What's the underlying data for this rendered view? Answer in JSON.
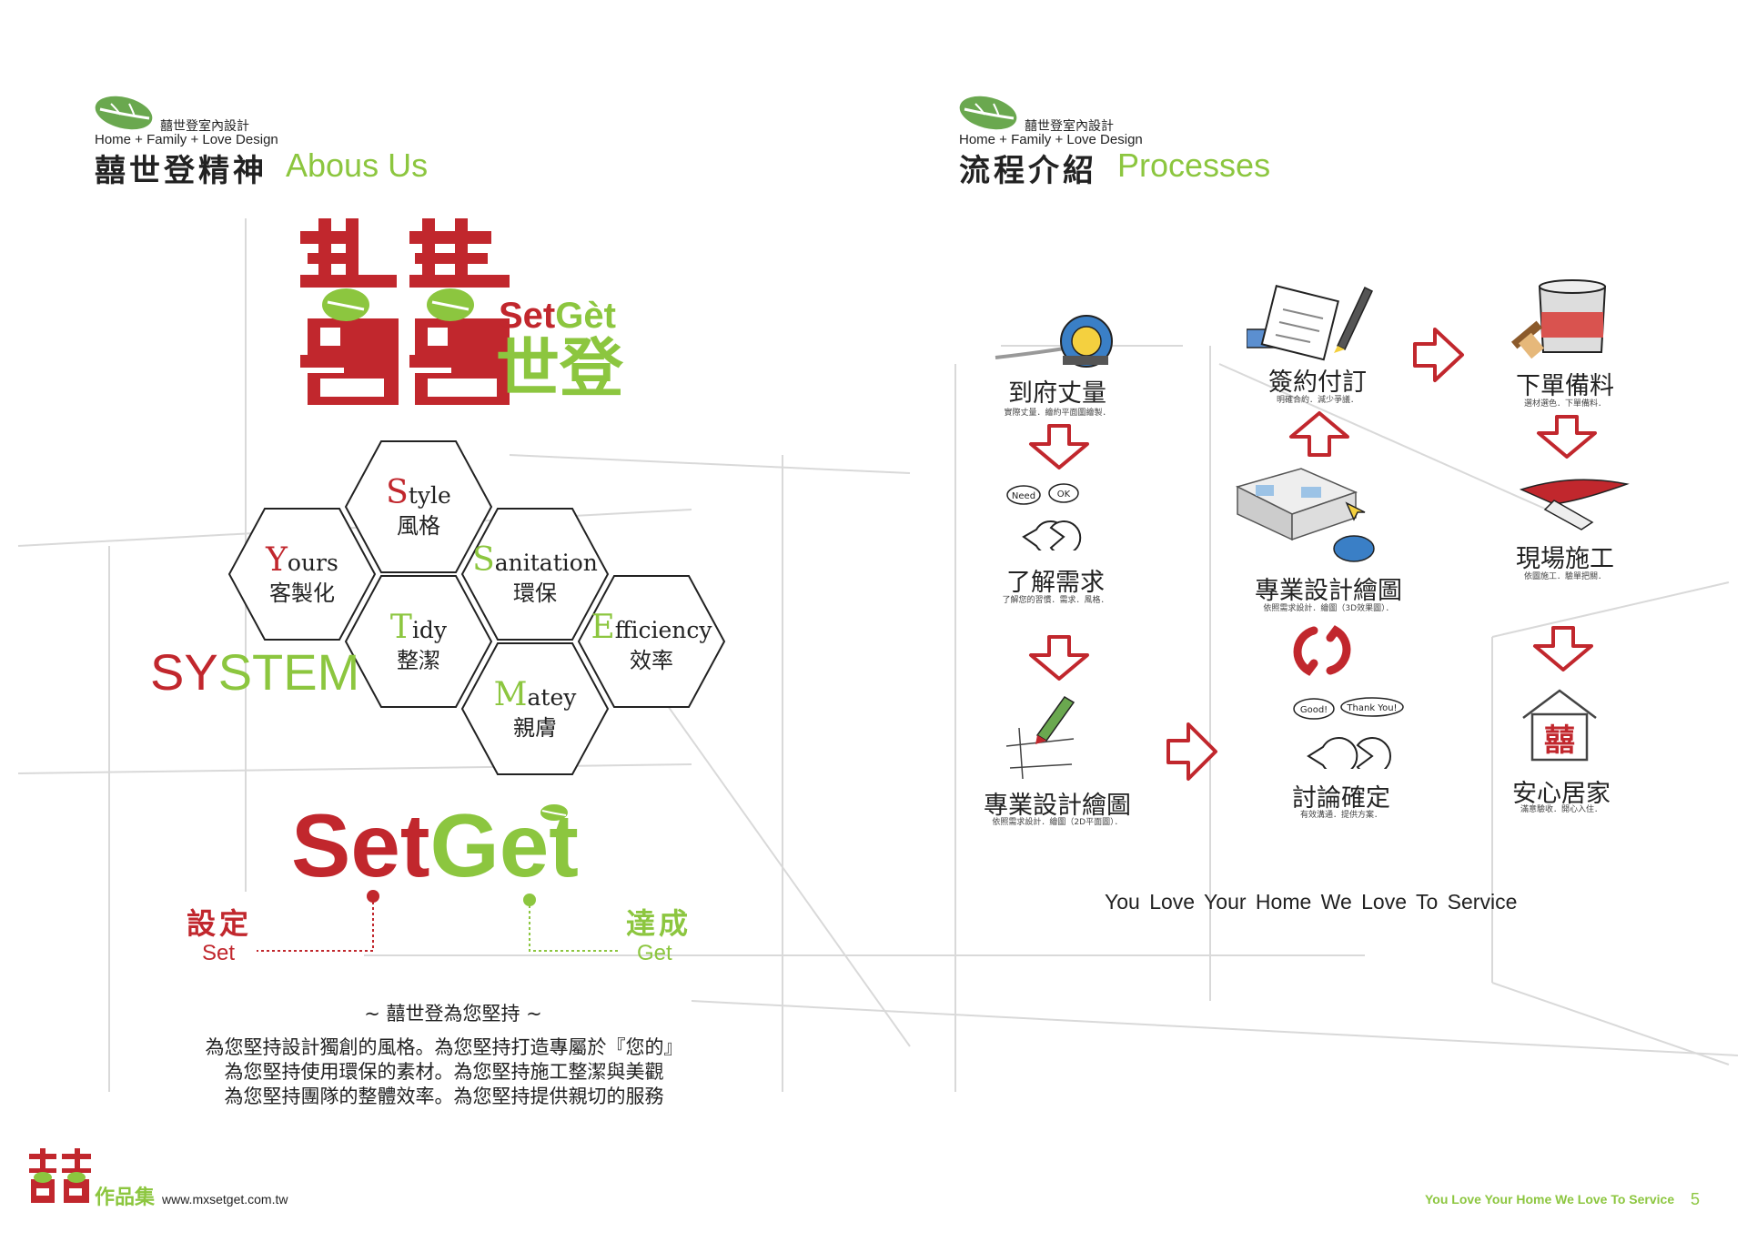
{
  "brand": {
    "zh_small": "囍世登室內設計",
    "tagline": "Home + Family + Love Design",
    "footer_label": "作品集",
    "footer_url": "www.mxsetget.com.tw",
    "footer_slogan": "You Love Your Home We Love To Service",
    "page_number": "5",
    "colors": {
      "red": "#c1272d",
      "green": "#8cc63f",
      "dark": "#222222"
    }
  },
  "left": {
    "title_zh": "囍世登精神",
    "title_en": "Abous Us",
    "logo": {
      "en": "SetGèt",
      "zh": "世登",
      "glyph": "喜喜"
    },
    "system": {
      "sy": "SY",
      "stem": "STEM"
    },
    "hexagons": [
      {
        "cap": "S",
        "rest": "tyle",
        "zh": "風格",
        "cap_color": "red"
      },
      {
        "cap": "Y",
        "rest": "ours",
        "zh": "客製化",
        "cap_color": "red"
      },
      {
        "cap": "S",
        "rest": "anitation",
        "zh": "環保",
        "cap_color": "green"
      },
      {
        "cap": "T",
        "rest": "idy",
        "zh": "整潔",
        "cap_color": "green"
      },
      {
        "cap": "E",
        "rest": "fficiency",
        "zh": "效率",
        "cap_color": "green"
      },
      {
        "cap": "M",
        "rest": "atey",
        "zh": "親膚",
        "cap_color": "green"
      }
    ],
    "setget": {
      "set": "Set",
      "get": "Get",
      "set_zh": "設定",
      "set_en": "Set",
      "get_zh": "達成",
      "get_en": "Get"
    },
    "commitment": {
      "heading": "~ 囍世登為您堅持 ~",
      "lines": [
        "為您堅持設計獨創的風格。為您堅持打造專屬於『您的』",
        "為您堅持使用環保的素材。為您堅持施工整潔與美觀",
        "為您堅持團隊的整體效率。為您堅持提供親切的服務"
      ]
    }
  },
  "right": {
    "title_zh": "流程介紹",
    "title_en": "Processes",
    "slogan": "You Love Your Home We Love To Service",
    "steps": [
      {
        "title": "到府丈量",
        "sub": "實際丈量．繪約平面圖繪製．",
        "icon": "tape-measure-icon"
      },
      {
        "title": "了解需求",
        "sub": "了解您的習慣．需求．風格．",
        "icon": "conversation-icon",
        "bubble1": "Need",
        "bubble2": "OK"
      },
      {
        "title": "專業設計繪圖",
        "sub": "依照需求設計．繪圖（2D平面圖）．",
        "icon": "pencil-drawing-icon"
      },
      {
        "title": "討論確定",
        "sub": "有效溝通．提供方案．",
        "icon": "conversation-icon",
        "bubble1": "Good!",
        "bubble2": "Thank You!"
      },
      {
        "title": "專業設計繪圖",
        "sub": "依照需求設計．繪圖（3D效果圖）．",
        "icon": "3d-model-icon"
      },
      {
        "title": "簽約付訂",
        "sub": "明確合約．減少爭議．",
        "icon": "contract-pen-icon"
      },
      {
        "title": "下單備料",
        "sub": "選材選色．下單備料．",
        "icon": "paint-bucket-icon"
      },
      {
        "title": "現場施工",
        "sub": "依圖施工．驗單把關．",
        "icon": "trowel-icon"
      },
      {
        "title": "安心居家",
        "sub": "滿意驗收．開心入住．",
        "icon": "home-icon",
        "house_glyph": "囍"
      }
    ]
  }
}
